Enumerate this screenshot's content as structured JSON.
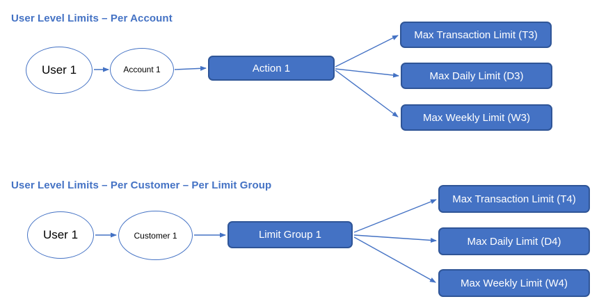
{
  "colors": {
    "accent": "#4472C4",
    "node-fill": "#4472C4",
    "node-border": "#2F5597",
    "ellipse-border": "#4472C4",
    "title-color": "#4472C4",
    "arrow-color": "#4472C4",
    "node-text": "#FFFFFF",
    "ellipse-text": "#000000",
    "background": "#FFFFFF"
  },
  "sections": [
    {
      "title": "User Level Limits – Per Account",
      "source_node": "User 1",
      "mid_node": "Account 1",
      "hub_node": "Action 1",
      "limits": [
        "Max Transaction Limit (T3)",
        "Max Daily Limit (D3)",
        "Max Weekly Limit (W3)"
      ]
    },
    {
      "title": "User Level Limits – Per Customer – Per Limit Group",
      "source_node": "User 1",
      "mid_node": "Customer 1",
      "hub_node": "Limit Group 1",
      "limits": [
        "Max Transaction Limit (T4)",
        "Max Daily Limit (D4)",
        "Max Weekly Limit (W4)"
      ]
    }
  ]
}
